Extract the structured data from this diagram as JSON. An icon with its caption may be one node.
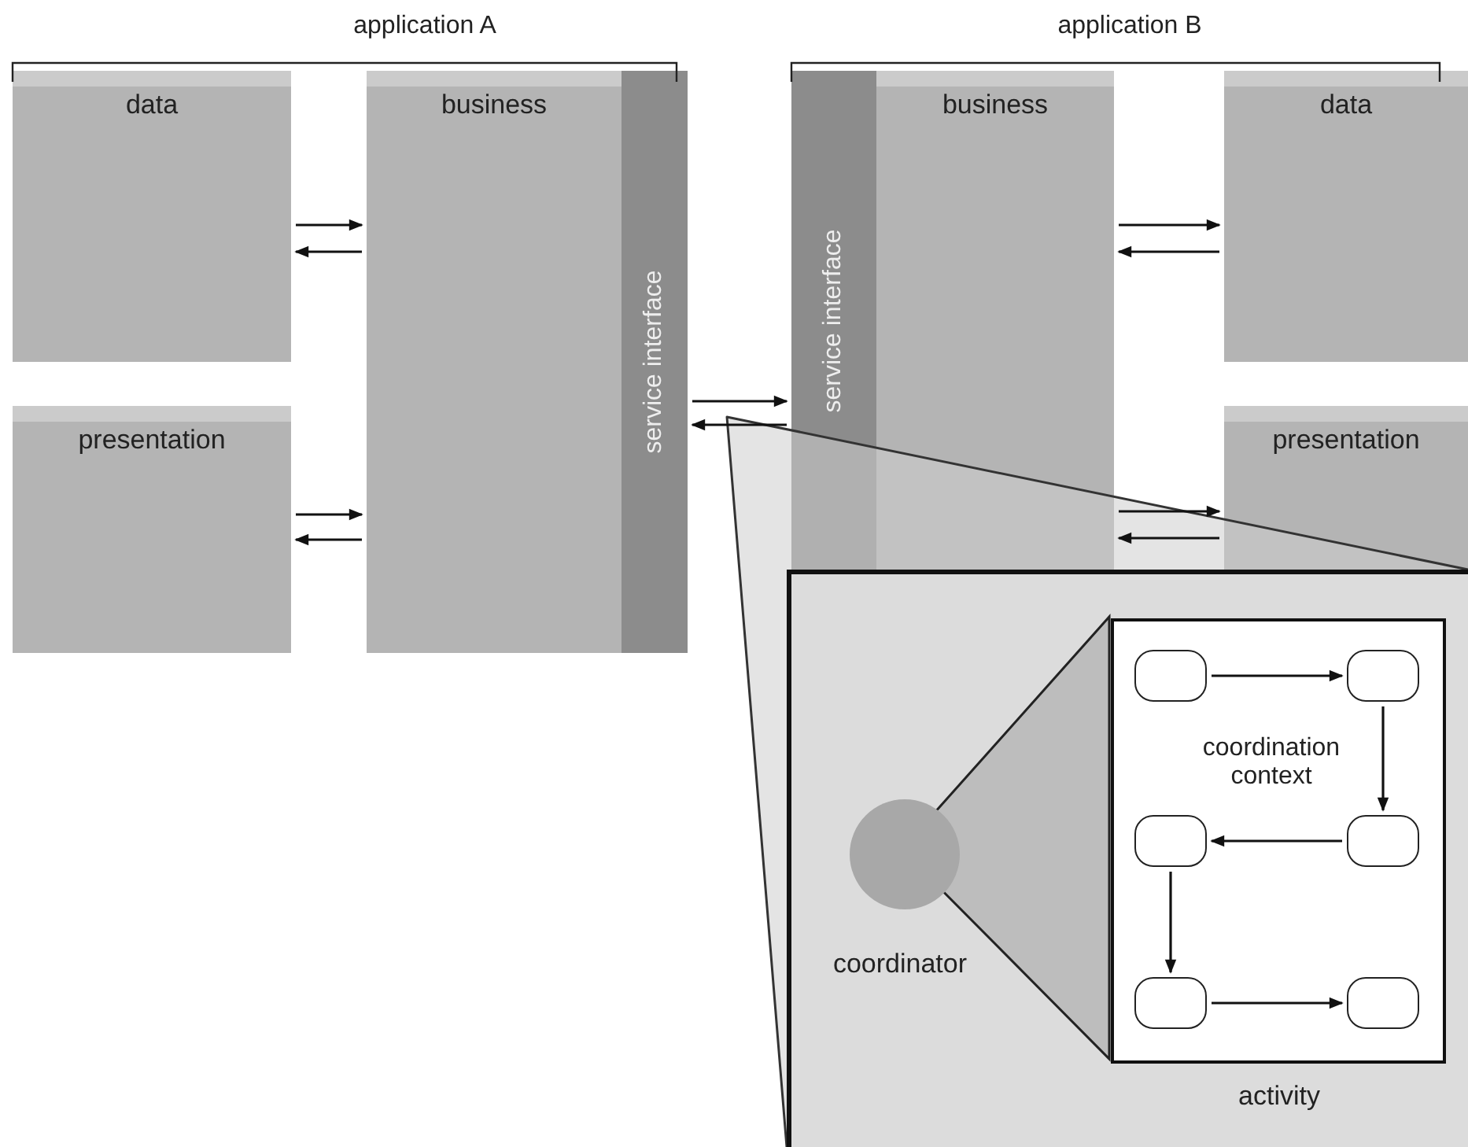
{
  "diagram": {
    "nodes": [
      {
        "text": [
          "data"
        ]
      },
      {
        "text": [
          "presentation"
        ]
      },
      {
        "text": [
          "business"
        ]
      },
      {
        "text": [
          "service interface"
        ],
        "in": 2
      },
      {
        "text": [
          "business"
        ]
      },
      {
        "text": [
          "service interface"
        ],
        "in": 4
      },
      {
        "text": [
          "data"
        ]
      },
      {
        "text": [
          "presentation"
        ]
      },
      {
        "text": [],
        "shape": "box"
      },
      {
        "text": [],
        "shape": "circle",
        "in": 8,
        "beside": [
          "coordinator"
        ]
      },
      {
        "text": [
          "coordination context"
        ],
        "in": 8,
        "beside": [
          "activity"
        ]
      },
      {
        "text": [],
        "shape": "box",
        "in": 10
      },
      {
        "text": [],
        "shape": "box",
        "in": 10
      },
      {
        "text": [],
        "shape": "box",
        "in": 10
      },
      {
        "text": [],
        "shape": "box",
        "in": 10
      },
      {
        "text": [],
        "shape": "box",
        "in": 10
      },
      {
        "text": [],
        "shape": "box",
        "in": 10
      }
    ],
    "edges": [
      {
        "from": 0,
        "to": 2,
        "arrow": "to"
      },
      {
        "from": 2,
        "to": 0,
        "arrow": "to"
      },
      {
        "from": 1,
        "to": 2,
        "arrow": "to"
      },
      {
        "from": 2,
        "to": 1,
        "arrow": "to"
      },
      {
        "from": 3,
        "to": 5,
        "arrow": "to"
      },
      {
        "from": 5,
        "to": 3,
        "arrow": "to"
      },
      {
        "from": 4,
        "to": 6,
        "arrow": "to"
      },
      {
        "from": 6,
        "to": 4,
        "arrow": "to"
      },
      {
        "from": 4,
        "to": 7,
        "arrow": "to"
      },
      {
        "from": 7,
        "to": 4,
        "arrow": "to"
      },
      {
        "from": 11,
        "to": 12,
        "arrow": "to"
      },
      {
        "from": 12,
        "to": 14,
        "arrow": "to"
      },
      {
        "from": 14,
        "to": 13,
        "arrow": "to"
      },
      {
        "from": 13,
        "to": 15,
        "arrow": "to"
      },
      {
        "from": 15,
        "to": 16,
        "arrow": "to"
      }
    ],
    "labels": [
      "application A",
      "application B"
    ]
  }
}
